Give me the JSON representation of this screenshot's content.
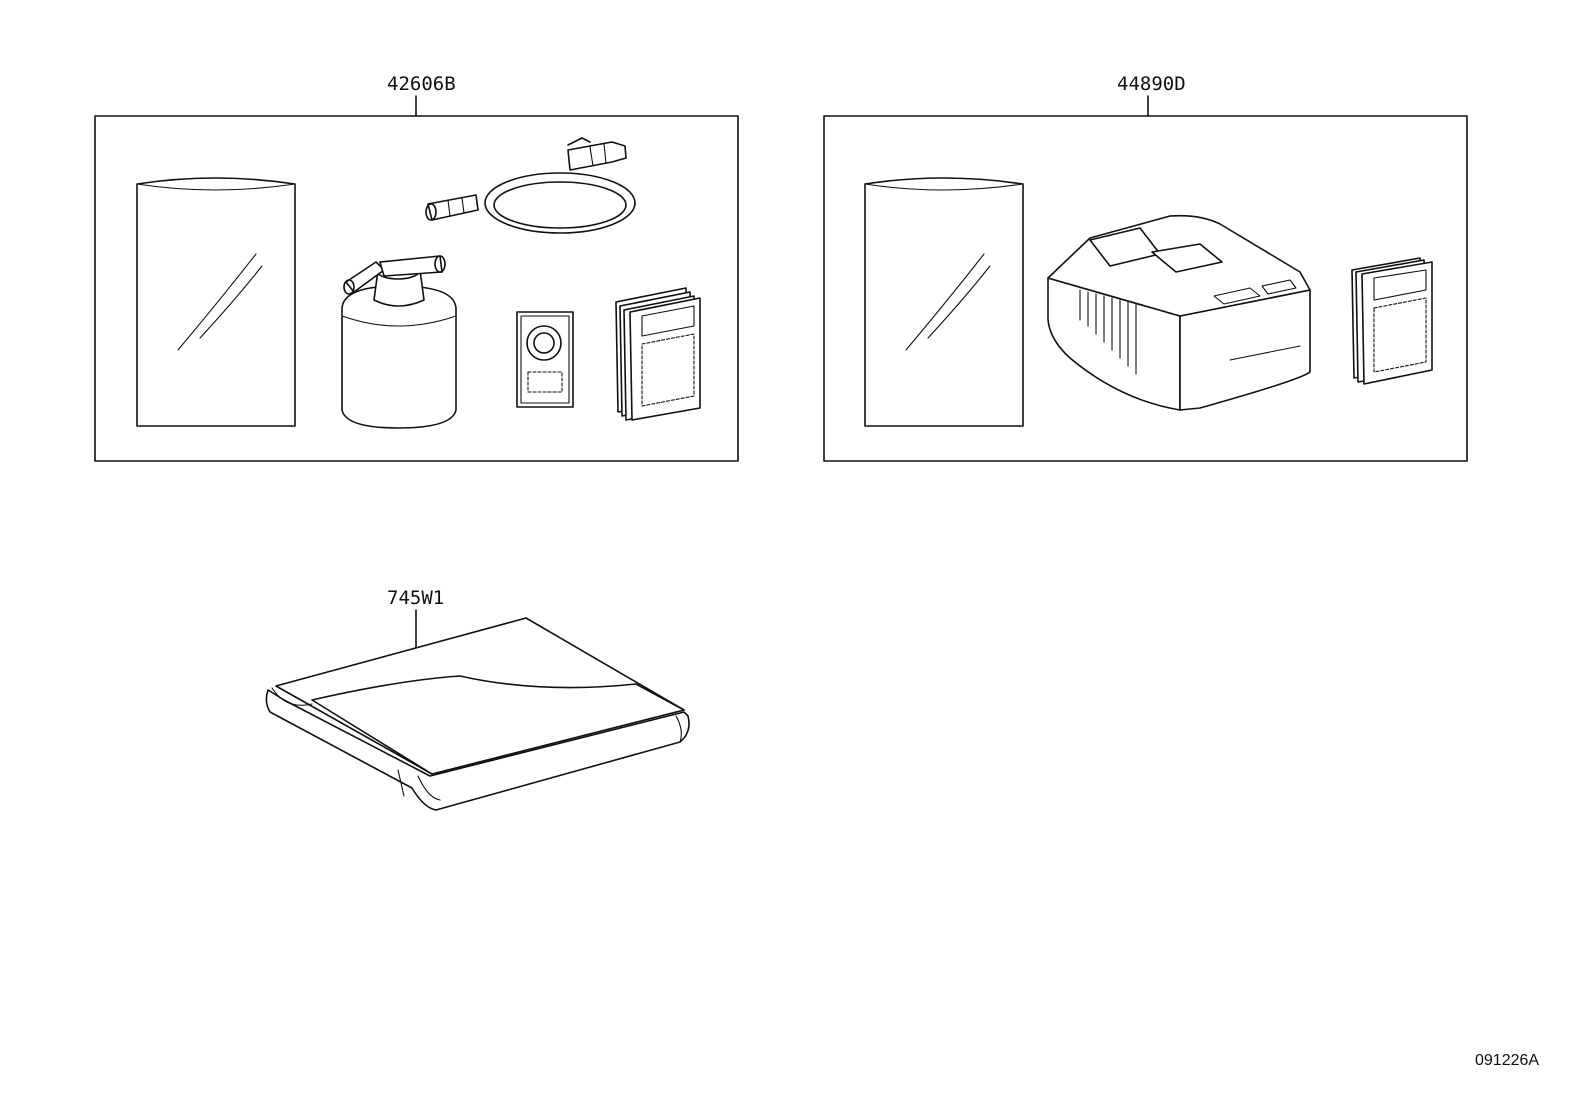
{
  "parts": [
    {
      "id": "kit-a",
      "label": "42606B"
    },
    {
      "id": "kit-b",
      "label": "44890D"
    },
    {
      "id": "case",
      "label": "745W1"
    }
  ],
  "illustration_code": "091226A"
}
